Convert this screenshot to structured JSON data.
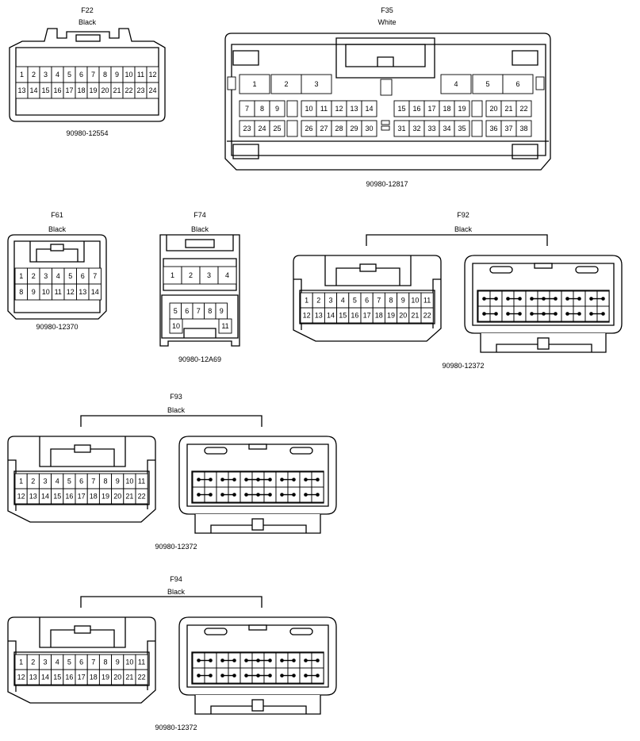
{
  "connectors": {
    "f22": {
      "id": "F22",
      "color": "Black",
      "part": "90980-12554"
    },
    "f35": {
      "id": "F35",
      "color": "White",
      "part": "90980-12817"
    },
    "f61": {
      "id": "F61",
      "color": "Black",
      "part": "90980-12370"
    },
    "f74": {
      "id": "F74",
      "color": "Black",
      "part": "90980-12A69"
    },
    "f92": {
      "id": "F92",
      "color": "Black",
      "part": "90980-12372"
    },
    "f93": {
      "id": "F93",
      "color": "Black",
      "part": "90980-12372"
    },
    "f94": {
      "id": "F94",
      "color": "Black",
      "part": "90980-12372"
    }
  },
  "pins": {
    "f22": [
      "1",
      "2",
      "3",
      "4",
      "5",
      "6",
      "7",
      "8",
      "9",
      "10",
      "11",
      "12",
      "13",
      "14",
      "15",
      "16",
      "17",
      "18",
      "19",
      "20",
      "21",
      "22",
      "23",
      "24"
    ],
    "f35": [
      "1",
      "2",
      "3",
      "4",
      "5",
      "6",
      "7",
      "8",
      "9",
      "10",
      "11",
      "12",
      "13",
      "14",
      "15",
      "16",
      "17",
      "18",
      "19",
      "20",
      "21",
      "22",
      "23",
      "24",
      "25",
      "26",
      "27",
      "28",
      "29",
      "30",
      "31",
      "32",
      "33",
      "34",
      "35",
      "36",
      "37",
      "38"
    ],
    "f61": [
      "1",
      "2",
      "3",
      "4",
      "5",
      "6",
      "7",
      "8",
      "9",
      "10",
      "11",
      "12",
      "13",
      "14"
    ],
    "f74": [
      "1",
      "2",
      "3",
      "4",
      "5",
      "6",
      "7",
      "8",
      "9",
      "10",
      "11"
    ],
    "f92_f93_f94": [
      "1",
      "2",
      "3",
      "4",
      "5",
      "6",
      "7",
      "8",
      "9",
      "10",
      "11",
      "12",
      "13",
      "14",
      "15",
      "16",
      "17",
      "18",
      "19",
      "20",
      "21",
      "22"
    ]
  }
}
